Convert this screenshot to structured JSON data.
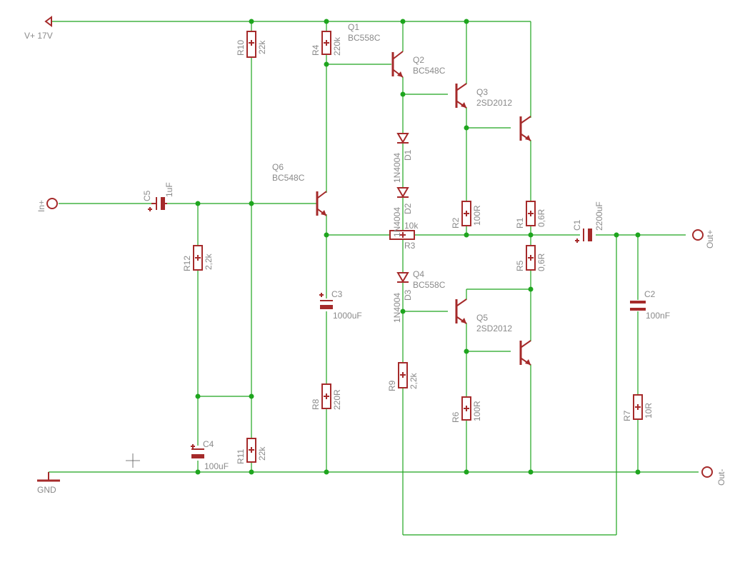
{
  "labels": {
    "vplus": "V+ 17V",
    "gnd": "GND",
    "in_plus": "In+",
    "out_plus": "Out+",
    "out_minus": "Out-"
  },
  "components": {
    "Q1": {
      "ref": "Q1",
      "value": "BC558C"
    },
    "Q2": {
      "ref": "Q2",
      "value": "BC548C"
    },
    "Q3": {
      "ref": "Q3",
      "value": "2SD2012"
    },
    "Q4": {
      "ref": "Q4",
      "value": "BC558C"
    },
    "Q5": {
      "ref": "Q5",
      "value": "2SD2012"
    },
    "Q6": {
      "ref": "Q6",
      "value": "BC548C"
    },
    "R1": {
      "ref": "R1",
      "value": "0,6R"
    },
    "R2": {
      "ref": "R2",
      "value": "100R"
    },
    "R3": {
      "ref": "R3",
      "value": "10k"
    },
    "R4": {
      "ref": "R4",
      "value": "220k"
    },
    "R5": {
      "ref": "R5",
      "value": "0,6R"
    },
    "R6": {
      "ref": "R6",
      "value": "100R"
    },
    "R7": {
      "ref": "R7",
      "value": "10R"
    },
    "R8": {
      "ref": "R8",
      "value": "220R"
    },
    "R9": {
      "ref": "R9",
      "value": "2,2k"
    },
    "R10": {
      "ref": "R10",
      "value": "22k"
    },
    "R11": {
      "ref": "R11",
      "value": "22k"
    },
    "R12": {
      "ref": "R12",
      "value": "2,2k"
    },
    "C1": {
      "ref": "C1",
      "value": "2200uF"
    },
    "C2": {
      "ref": "C2",
      "value": "100nF"
    },
    "C3": {
      "ref": "C3",
      "value": "1000uF"
    },
    "C4": {
      "ref": "C4",
      "value": "100uF"
    },
    "C5": {
      "ref": "C5",
      "value": "1uF"
    },
    "D1": {
      "ref": "D1",
      "value": "1N4004"
    },
    "D2": {
      "ref": "D2",
      "value": "1N4004"
    },
    "D3": {
      "ref": "D3",
      "value": "1N4004"
    }
  },
  "colors": {
    "wire": "#1ea51e",
    "part": "#a52a2a",
    "text": "#8a8a8a"
  }
}
